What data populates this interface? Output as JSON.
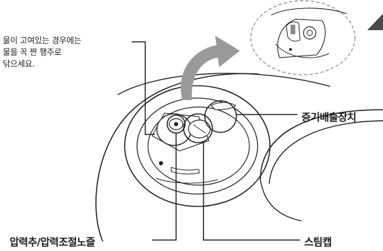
{
  "annotations": {
    "note": "물이 고여있는 경우에는\n물을 꼭 짠 행주로\n닦으세요.",
    "steam_release": "증기배출장치",
    "pressure_weight": "압력추/압력조절노즐",
    "steam_cap": "스팀캡"
  },
  "colors": {
    "line": "#222222",
    "arrow": "#9a9a9a",
    "zoom_circle": "#999999",
    "warning_triangle": "#4a4a4a"
  },
  "icons": [
    "warning-triangle-icon",
    "curved-arrow-icon"
  ]
}
